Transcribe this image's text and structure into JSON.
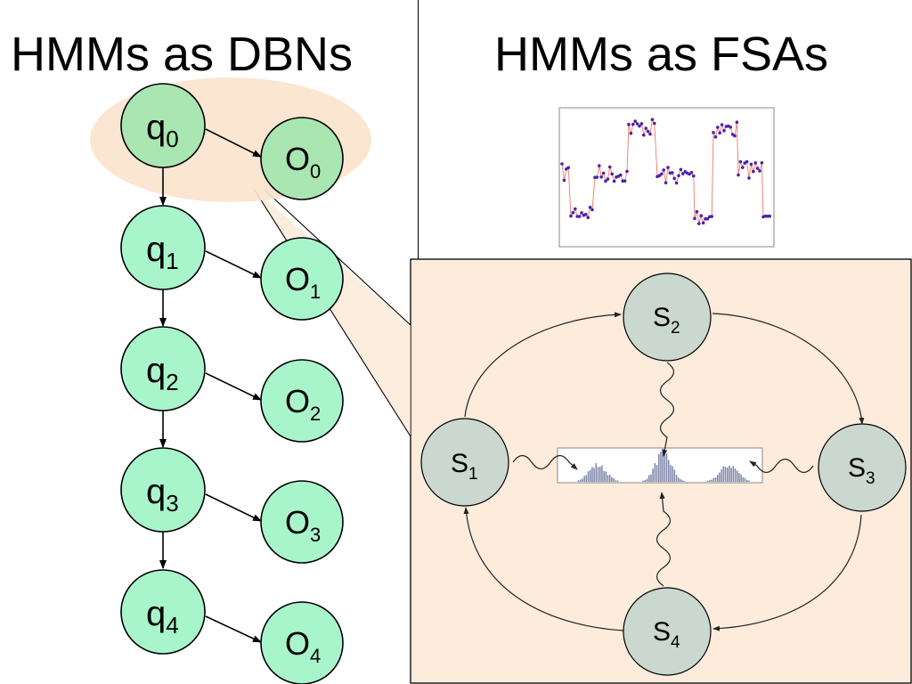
{
  "titles": {
    "left": "HMMs as DBNs",
    "right": "HMMs as FSAs"
  },
  "dbn": {
    "hidden_nodes": [
      {
        "base": "q",
        "sub": "0"
      },
      {
        "base": "q",
        "sub": "1"
      },
      {
        "base": "q",
        "sub": "2"
      },
      {
        "base": "q",
        "sub": "3"
      },
      {
        "base": "q",
        "sub": "4"
      }
    ],
    "observed_nodes": [
      {
        "base": "O",
        "sub": "0"
      },
      {
        "base": "O",
        "sub": "1"
      },
      {
        "base": "O",
        "sub": "2"
      },
      {
        "base": "O",
        "sub": "3"
      },
      {
        "base": "O",
        "sub": "4"
      }
    ]
  },
  "fsa": {
    "states": [
      {
        "base": "S",
        "sub": "1"
      },
      {
        "base": "S",
        "sub": "2"
      },
      {
        "base": "S",
        "sub": "3"
      },
      {
        "base": "S",
        "sub": "4"
      }
    ]
  },
  "colors": {
    "node_fill": "#a8f5cc",
    "node_fill_first": "#a9e6b2",
    "highlight_ellipse": "#fbe3cd",
    "panel_fill": "#fdebdc",
    "state_fill": "#cad8cf",
    "trace_dots": "#4b22a8",
    "trace_line": "#f07a6a",
    "histogram_bar": "#7d84a8"
  },
  "icons": [
    "wavy-emission-arrow-icon"
  ]
}
